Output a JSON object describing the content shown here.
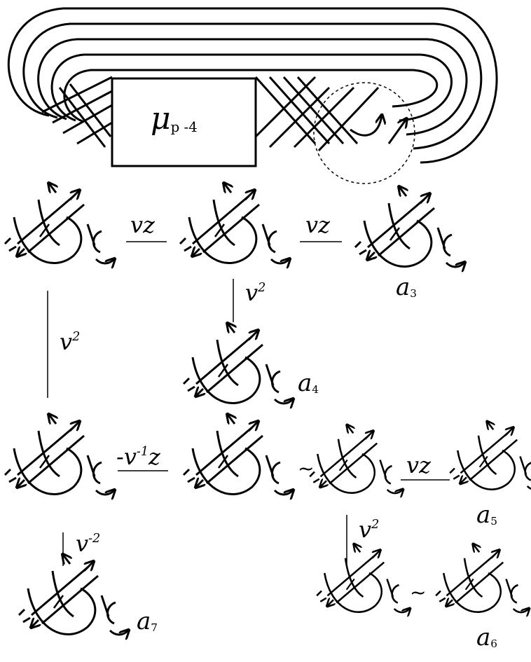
{
  "box_label": {
    "main": "μ",
    "sub": "p -4"
  },
  "coefficients": {
    "vz_1": "vz",
    "vz_2": "vz",
    "v2_right": {
      "base": "v",
      "exp": "2"
    },
    "v2_left": {
      "base": "v",
      "exp": "2"
    },
    "minus_vinv_z": {
      "pre": "-v",
      "exp": "-1",
      "post": "z"
    },
    "vz_3": "vz",
    "v2_lower": {
      "base": "v",
      "exp": "2"
    },
    "v_minus2": {
      "base": "v",
      "exp": "-2"
    }
  },
  "equivalence_symbols": [
    "~",
    "~"
  ],
  "terms": {
    "a3": {
      "base": "a",
      "sub": "3"
    },
    "a4": {
      "base": "a",
      "sub": "4"
    },
    "a5": {
      "base": "a",
      "sub": "5"
    },
    "a6": {
      "base": "a",
      "sub": "6"
    },
    "a7": {
      "base": "a",
      "sub": "7"
    }
  },
  "colors": {
    "stroke": "#000000",
    "background": "#ffffff"
  }
}
